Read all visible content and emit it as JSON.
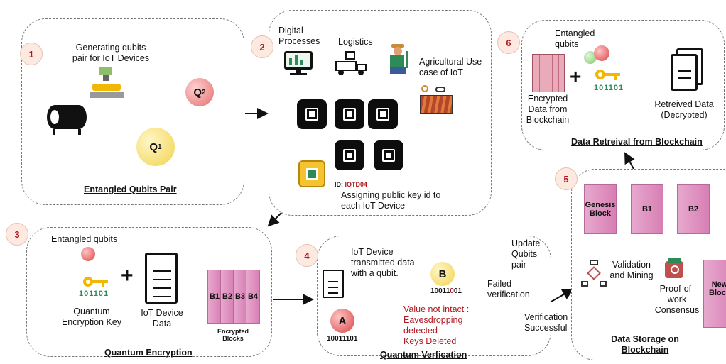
{
  "panel1": {
    "number": "1",
    "caption": "Generating qubits pair for IoT Devices",
    "q2": "Q",
    "q2_sub": "2",
    "q1": "Q",
    "q1_sub": "1",
    "title": "Entangled Qubits Pair"
  },
  "panel2": {
    "number": "2",
    "digital": "Digital Processes",
    "logistics": "Logistics",
    "agri": "Agricultural Use-case of IoT",
    "id_label": "ID:",
    "id_value": "IOTD04",
    "assign": "Assigning public key id to each IoT Device"
  },
  "panel3": {
    "number": "3",
    "entangled": "Entangled qubits",
    "key_digits": "101101",
    "key_label": "Quantum Encryption Key",
    "plus": "+",
    "data_label": "IoT Device Data",
    "blocks": [
      "B1",
      "B2",
      "B3",
      "B4"
    ],
    "encrypted": "Encrypted Blocks",
    "title": "Quantum Encryption"
  },
  "panel4": {
    "number": "4",
    "transmitted": "IoT Device transmitted data with a qubit.",
    "a": "A",
    "a_bits": "10011101",
    "b": "B",
    "b_bits_pre": "10011",
    "b_bits_red": "0",
    "b_bits_post": "01",
    "failed": "Failed verification",
    "update": "Update Qubits pair",
    "notintact": "Value not intact :",
    "eaves": "Eavesdropping detected",
    "deleted": "Keys Deleted",
    "title": "Quantum Verfication"
  },
  "panel5": {
    "number": "5",
    "genesis": "Genesis Block",
    "b1": "B1",
    "b2": "B2",
    "validation": "Validation and Mining",
    "pow": "Proof-of-work Consensus",
    "newblock": "New Block",
    "title": "Data Storage on Blockchain"
  },
  "panel6": {
    "number": "6",
    "entangled": "Entangled qubits",
    "key_digits": "101101",
    "encrypted": "Encrypted Data from Blockchain",
    "plus": "+",
    "retrieved": "Retreived Data (Decrypted)",
    "title": "Data Retreival from Blockchain"
  },
  "verification": "Verification Successful",
  "colors": {
    "accent_red": "#b0181f",
    "panel_border": "#777777",
    "block_pink": "#d77fb4",
    "key_gold": "#f2b705",
    "ellipse_green": "#bfe6b4"
  }
}
